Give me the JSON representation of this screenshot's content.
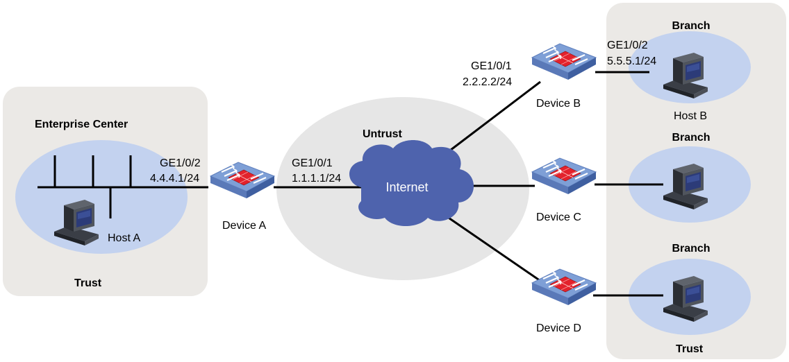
{
  "zones": {
    "enterprise_title": "Enterprise Center",
    "trust_left": "Trust",
    "untrust": "Untrust",
    "trust_right": "Trust"
  },
  "internet": {
    "label": "Internet"
  },
  "devices": {
    "a": {
      "label": "Device A"
    },
    "b": {
      "label": "Device B"
    },
    "c": {
      "label": "Device C"
    },
    "d": {
      "label": "Device D"
    }
  },
  "hosts": {
    "a": {
      "label": "Host A"
    },
    "b": {
      "label": "Host B"
    }
  },
  "branches": {
    "b1": {
      "label": "Branch"
    },
    "b2": {
      "label": "Branch"
    },
    "b3": {
      "label": "Branch"
    }
  },
  "interfaces": {
    "a_ge2": {
      "name": "GE1/0/2",
      "ip": "4.4.4.1/24"
    },
    "a_ge1": {
      "name": "GE1/0/1",
      "ip": "1.1.1.1/24"
    },
    "b_ge1": {
      "name": "GE1/0/1",
      "ip": "2.2.2.2/24"
    },
    "b_ge2": {
      "name": "GE1/0/2",
      "ip": "5.5.5.1/24"
    }
  },
  "colors": {
    "zone_fill": "#ebe9e6",
    "zone_stroke": "#d8d6d2",
    "untrust_fill": "#e6e6e6",
    "host_oval": "#c3d2ef",
    "cloud": "#4e63ad",
    "device_top": "#7e9fd6",
    "device_side": "#5474b5",
    "firewall_red": "#e3222c"
  }
}
